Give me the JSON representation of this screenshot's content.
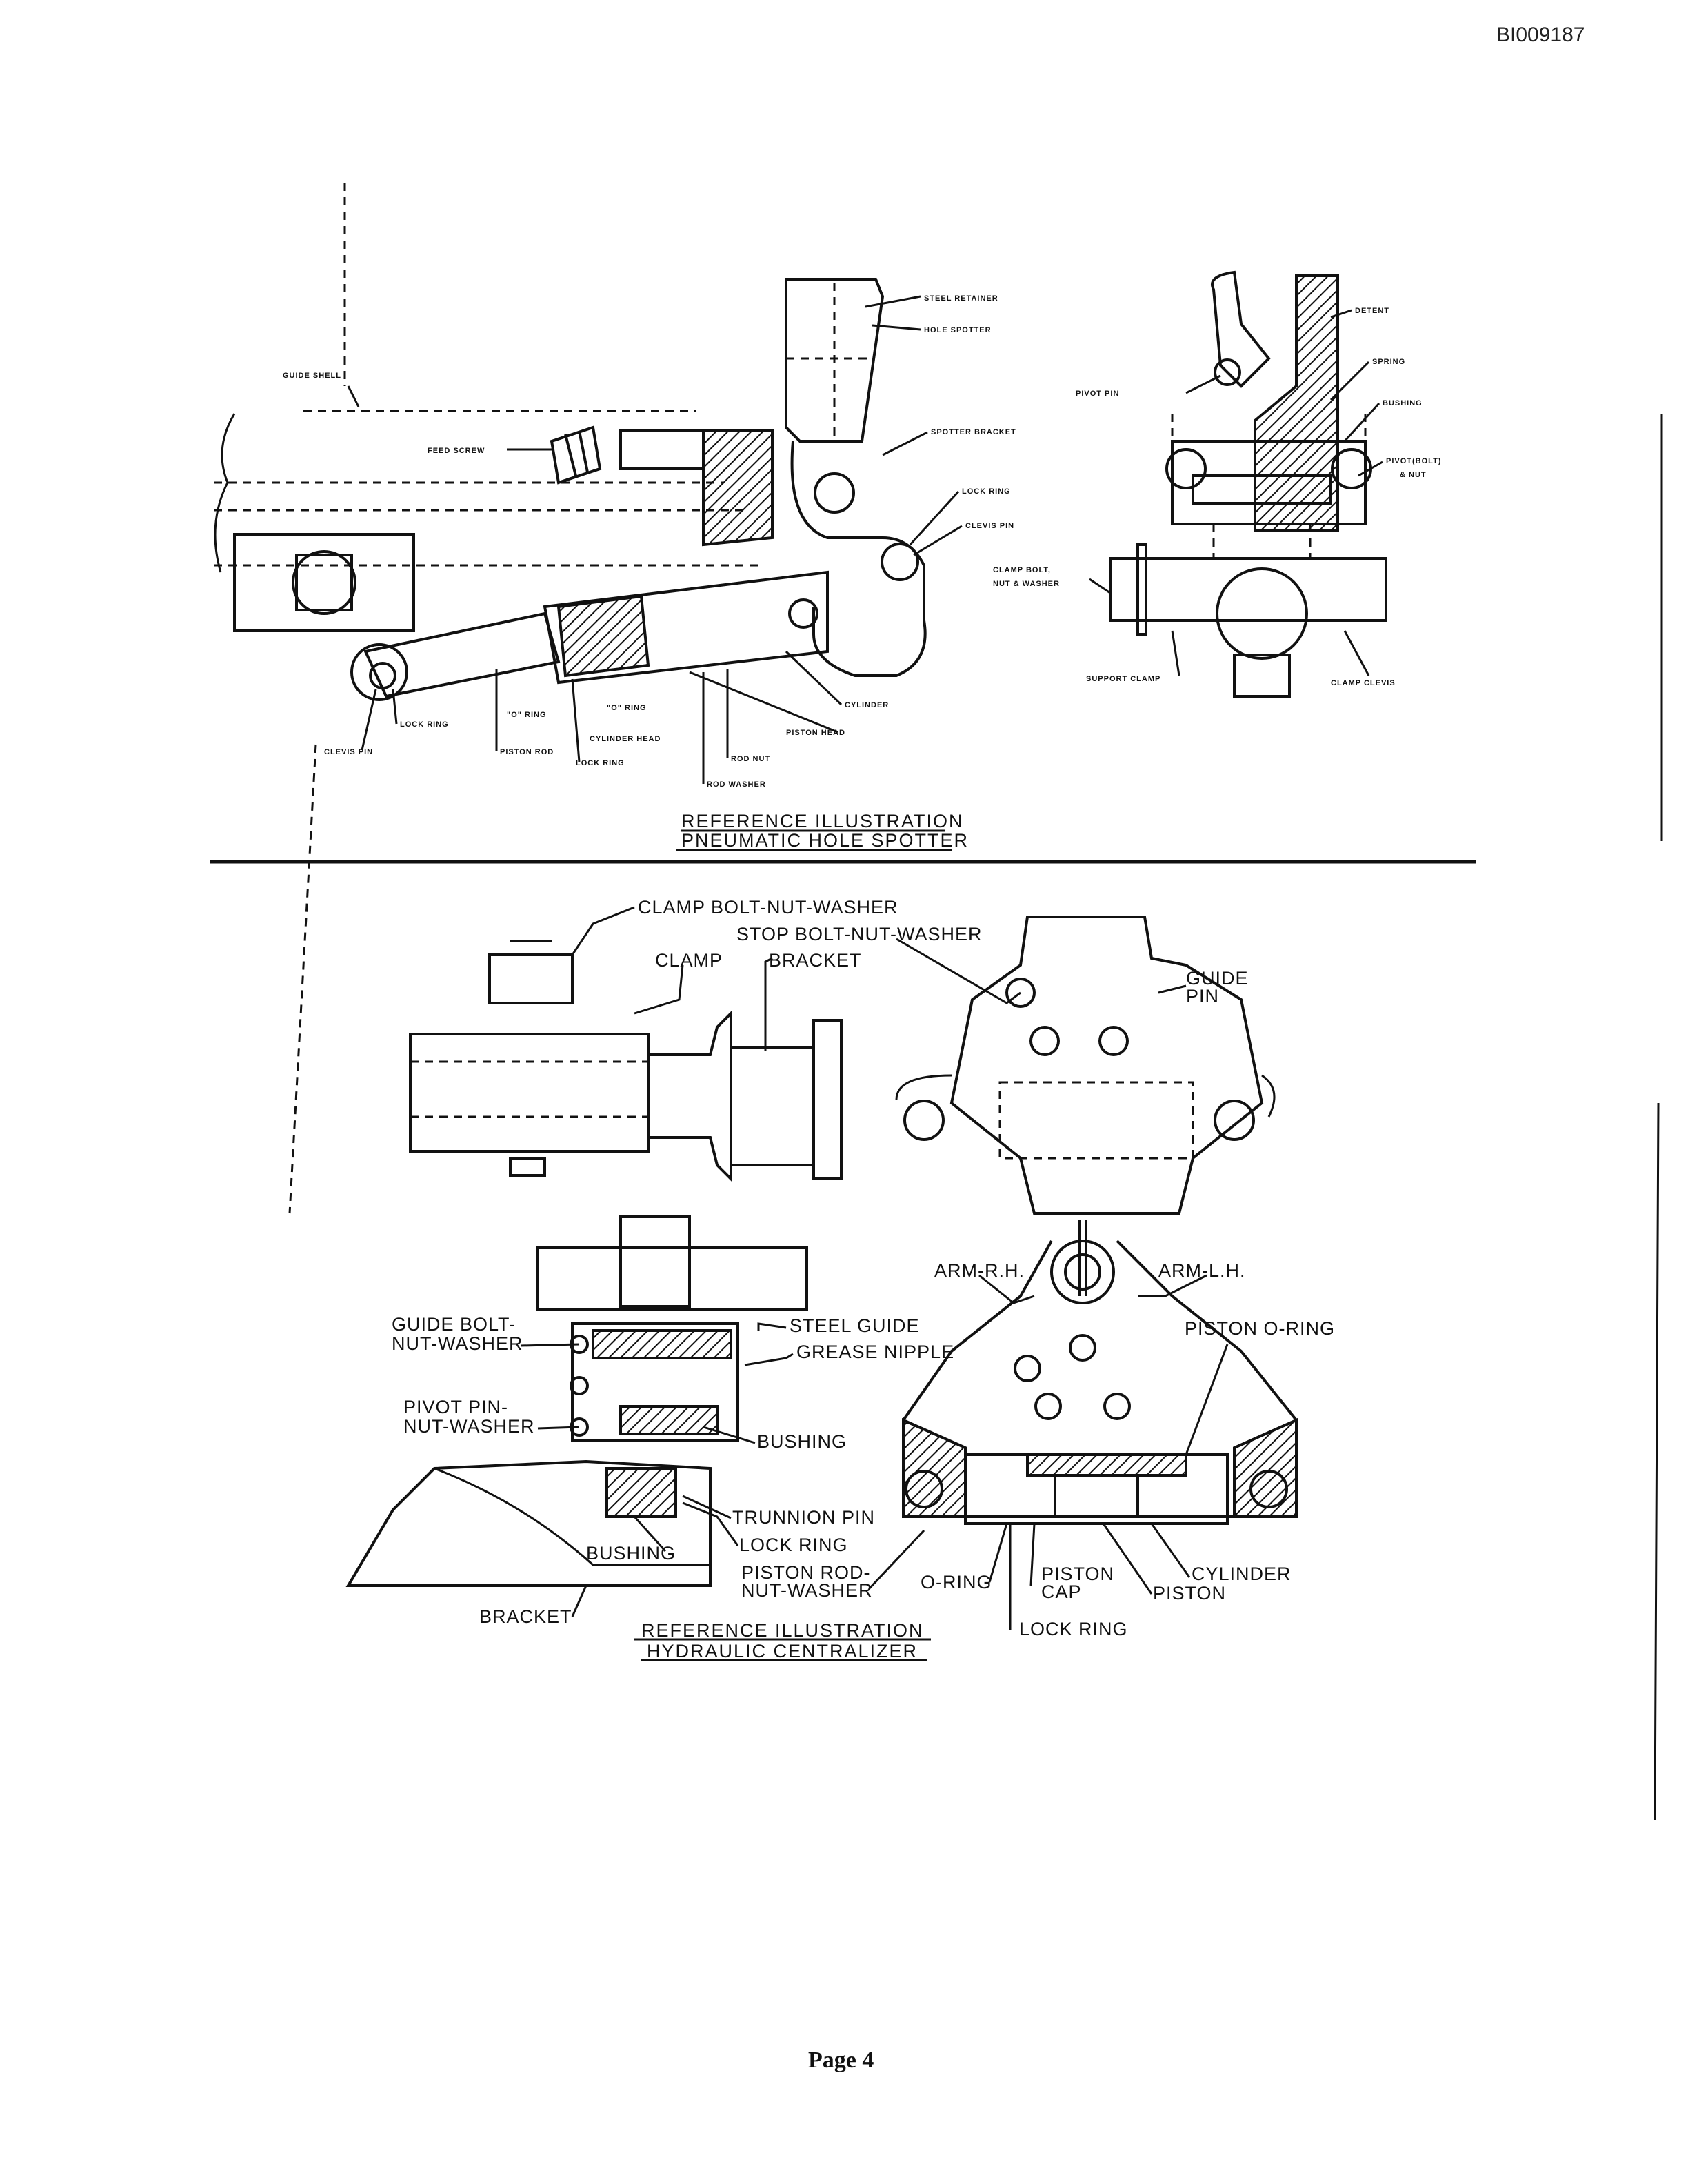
{
  "header": {
    "doc_id": "BI009187"
  },
  "footer": {
    "page_label": "Page 4"
  },
  "figure_top": {
    "caption_line1": "REFERENCE ILLUSTRATION",
    "caption_line2": "PNEUMATIC HOLE SPOTTER",
    "labels": {
      "guide_shell": "GUIDE SHELL",
      "feed_screw": "FEED SCREW",
      "steel_retainer": "STEEL RETAINER",
      "hole_spotter": "HOLE SPOTTER",
      "spotter_bracket": "SPOTTER BRACKET",
      "lock_ring_upper": "LOCK RING",
      "clevis_pin_upper": "CLEVIS PIN",
      "cylinder": "CYLINDER",
      "piston_head": "PISTON HEAD",
      "rod_nut": "ROD NUT",
      "rod_washer": "ROD WASHER",
      "lock_ring_rod": "LOCK RING",
      "cylinder_head": "CYLINDER HEAD",
      "o_ring_a": "\"O\" RING",
      "o_ring_b": "\"O\" RING",
      "piston_rod": "PISTON ROD",
      "lock_ring_lower": "LOCK RING",
      "clevis_pin_lower": "CLEVIS PIN",
      "detent": "DETENT",
      "spring": "SPRING",
      "bushing": "BUSHING",
      "pivot_bolt_line1": "PIVOT(BOLT)",
      "pivot_bolt_line2": "& NUT",
      "pivot_pin": "PIVOT PIN",
      "clamp_bolt_line1": "CLAMP BOLT,",
      "clamp_bolt_line2": "NUT & WASHER",
      "support_clamp": "SUPPORT CLAMP",
      "clamp_clevis": "CLAMP CLEVIS"
    }
  },
  "figure_bottom": {
    "caption_line1": "REFERENCE ILLUSTRATION",
    "caption_line2": "HYDRAULIC CENTRALIZER",
    "labels": {
      "clamp_bolt_nut_washer": "CLAMP BOLT-NUT-WASHER",
      "stop_bolt_nut_washer": "STOP BOLT-NUT-WASHER",
      "clamp": "CLAMP",
      "bracket_top": "BRACKET",
      "guide_pin_line1": "GUIDE",
      "guide_pin_line2": "PIN",
      "arm_rh": "ARM-R.H.",
      "arm_lh": "ARM-L.H.",
      "piston_o_ring": "PISTON O-RING",
      "guide_bolt_line1": "GUIDE BOLT-",
      "guide_bolt_line2": "NUT-WASHER",
      "steel_guide": "STEEL GUIDE",
      "grease_nipple": "GREASE NIPPLE",
      "pivot_pin_line1": "PIVOT PIN-",
      "pivot_pin_line2": "NUT-WASHER",
      "bushing_upper": "BUSHING",
      "trunnion_pin": "TRUNNION PIN",
      "lock_ring": "LOCK RING",
      "bushing_lower": "BUSHING",
      "piston_rod_line1": "PISTON ROD-",
      "piston_rod_line2": "NUT-WASHER",
      "o_ring": "O-RING",
      "piston_cap_line1": "PISTON",
      "piston_cap_line2": "CAP",
      "piston": "PISTON",
      "cylinder": "CYLINDER",
      "lock_ring_bottom": "LOCK RING",
      "bracket_bottom": "BRACKET"
    }
  }
}
